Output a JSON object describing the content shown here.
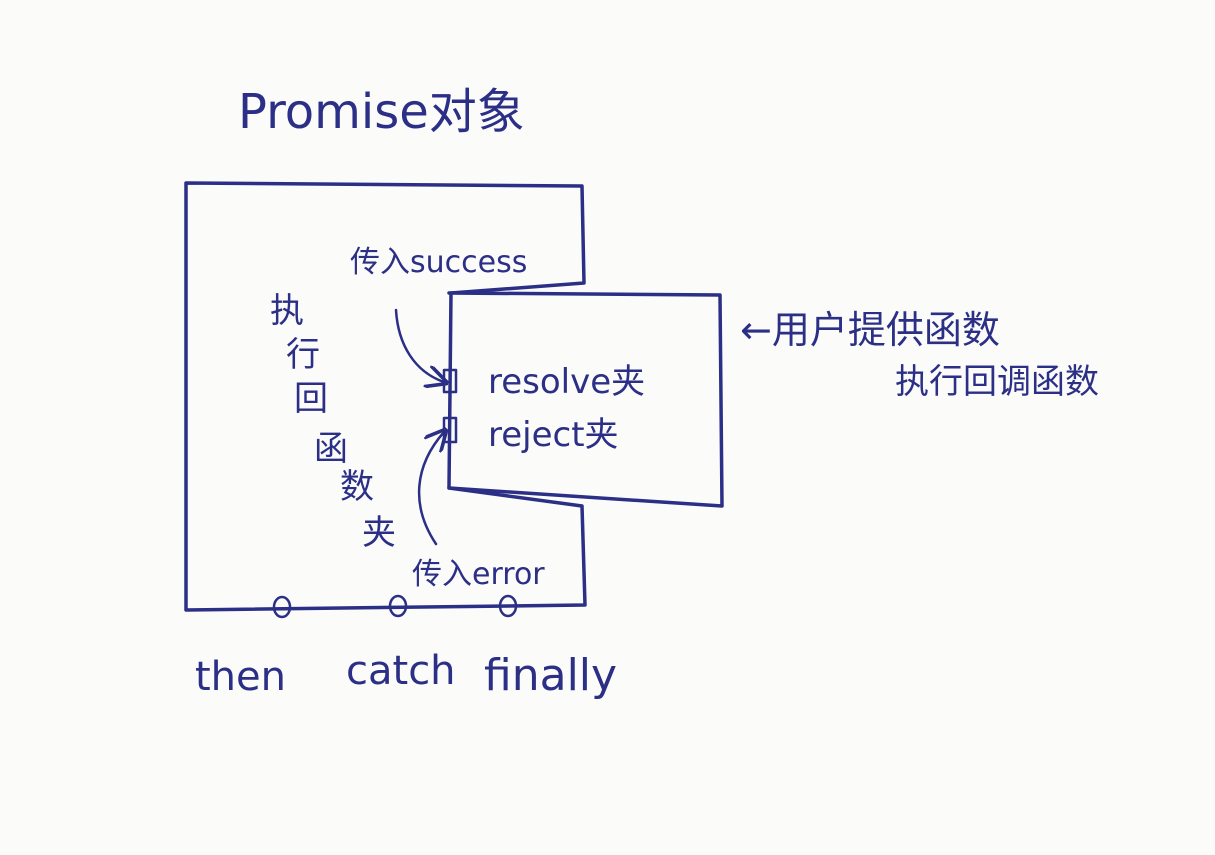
{
  "title": "Promise对象",
  "left_label": [
    "执",
    "行",
    "回",
    "函",
    "数",
    "夹"
  ],
  "success_label": "传入success",
  "error_label": "传入error",
  "resolve_label": "resolve夹",
  "reject_label": "reject夹",
  "user_note_line1": "←用户提供函数",
  "user_note_line2": "执行回调函数",
  "methods": [
    "then",
    "catch",
    "finally"
  ],
  "colors": {
    "ink": "#2b2f86",
    "paper": "#fbfbf9"
  }
}
